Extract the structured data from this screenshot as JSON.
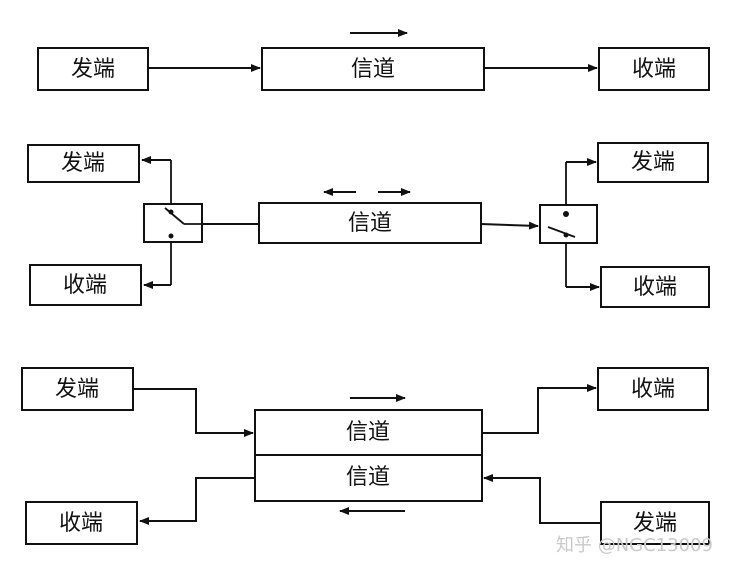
{
  "diagram": {
    "simplex": {
      "sender": "发端",
      "channel": "信道",
      "receiver": "收端"
    },
    "half_duplex": {
      "left_sender": "发端",
      "left_receiver": "收端",
      "channel": "信道",
      "right_sender": "发端",
      "right_receiver": "收端"
    },
    "full_duplex": {
      "left_sender": "发端",
      "left_receiver": "收端",
      "channel_upper": "信道",
      "channel_lower": "信道",
      "right_receiver": "收端",
      "right_sender": "发端"
    }
  },
  "watermark": "知乎 @NGC13009"
}
